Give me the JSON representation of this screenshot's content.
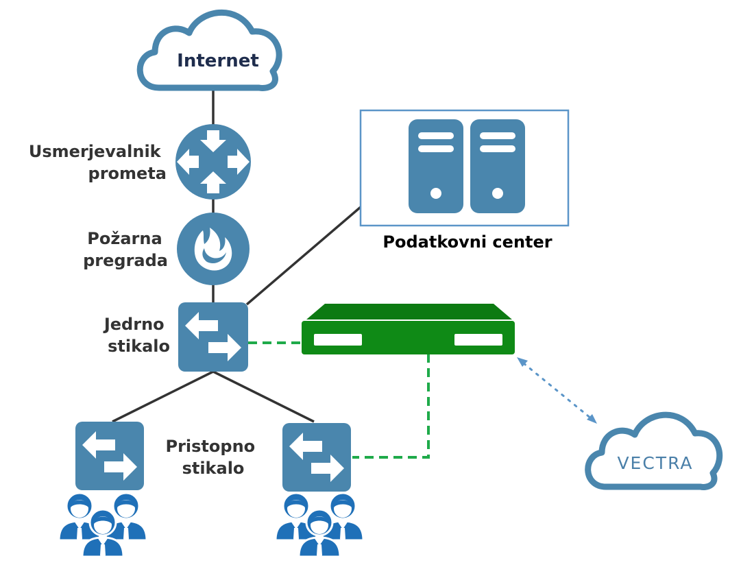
{
  "labels": {
    "internet": "Internet",
    "router_line1": "Usmerjevalnik",
    "router_line2": "prometa",
    "firewall_line1": "Požarna",
    "firewall_line2": "pregrada",
    "core_line1": "Jedrno",
    "core_line2": "stikalo",
    "access_line1": "Pristopno",
    "access_line2": "stikalo",
    "datacenter": "Podatkovni center",
    "vectra": "VECTRA"
  },
  "colors": {
    "device_blue": "#4a86ad",
    "cloud_stroke": "#4a86ad",
    "appliance_green": "#0f8a16",
    "dashed_green": "#1faa4a",
    "dotted_blue": "#5b95c8",
    "users_blue": "#1f70b8",
    "link_dark": "#333333"
  },
  "icons": [
    "cloud-icon",
    "router-icon",
    "firewall-icon",
    "switch-icon",
    "server-icon",
    "sensor-appliance-icon",
    "users-icon"
  ]
}
